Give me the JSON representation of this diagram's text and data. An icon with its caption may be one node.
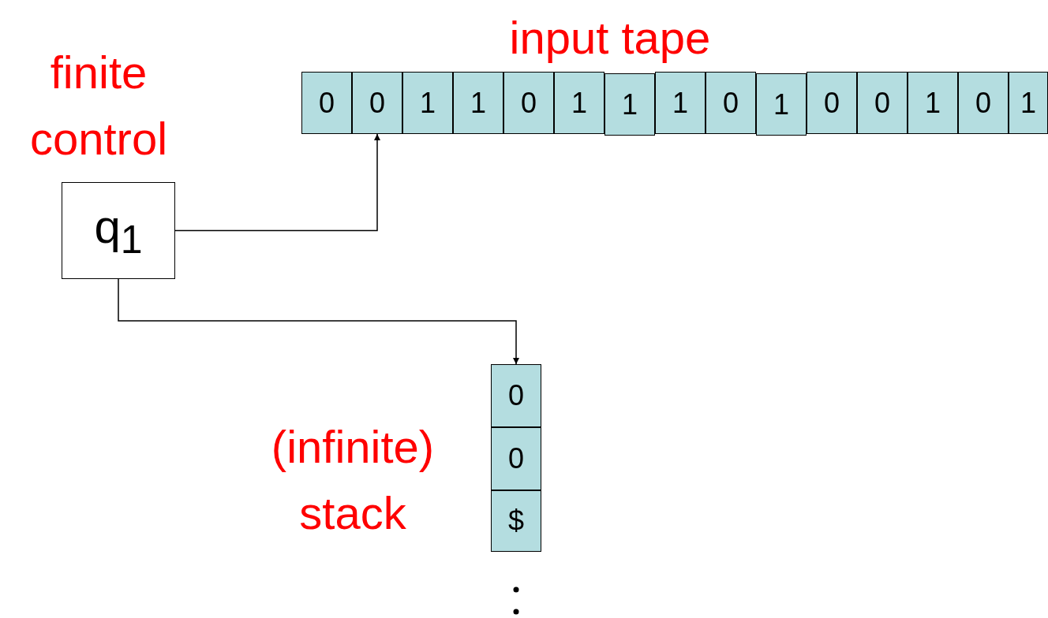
{
  "diagram": {
    "nodes": [
      {
        "text": [
          "q$_{1}$"
        ]
      },
      {
        "text": [
          "0"
        ]
      },
      {
        "text": [
          "0"
        ]
      },
      {
        "text": [
          "1"
        ]
      },
      {
        "text": [
          "1"
        ]
      },
      {
        "text": [
          "0"
        ]
      },
      {
        "text": [
          "1"
        ]
      },
      {
        "text": [
          "1"
        ]
      },
      {
        "text": [
          "1"
        ]
      },
      {
        "text": [
          "0"
        ]
      },
      {
        "text": [
          "1"
        ]
      },
      {
        "text": [
          "0"
        ]
      },
      {
        "text": [
          "0"
        ]
      },
      {
        "text": [
          "1"
        ]
      },
      {
        "text": [
          "0"
        ]
      },
      {
        "text": [
          "1"
        ]
      },
      {
        "text": [
          "0"
        ]
      },
      {
        "text": [
          "0"
        ]
      },
      {
        "text": [
          "$"
        ]
      }
    ],
    "edges": [
      {
        "from": 0,
        "to": 2,
        "arrow": "to"
      },
      {
        "from": 0,
        "to": 16,
        "arrow": "to"
      }
    ],
    "labels": [
      "input tape",
      "finite control",
      "(infinite) stack"
    ]
  }
}
